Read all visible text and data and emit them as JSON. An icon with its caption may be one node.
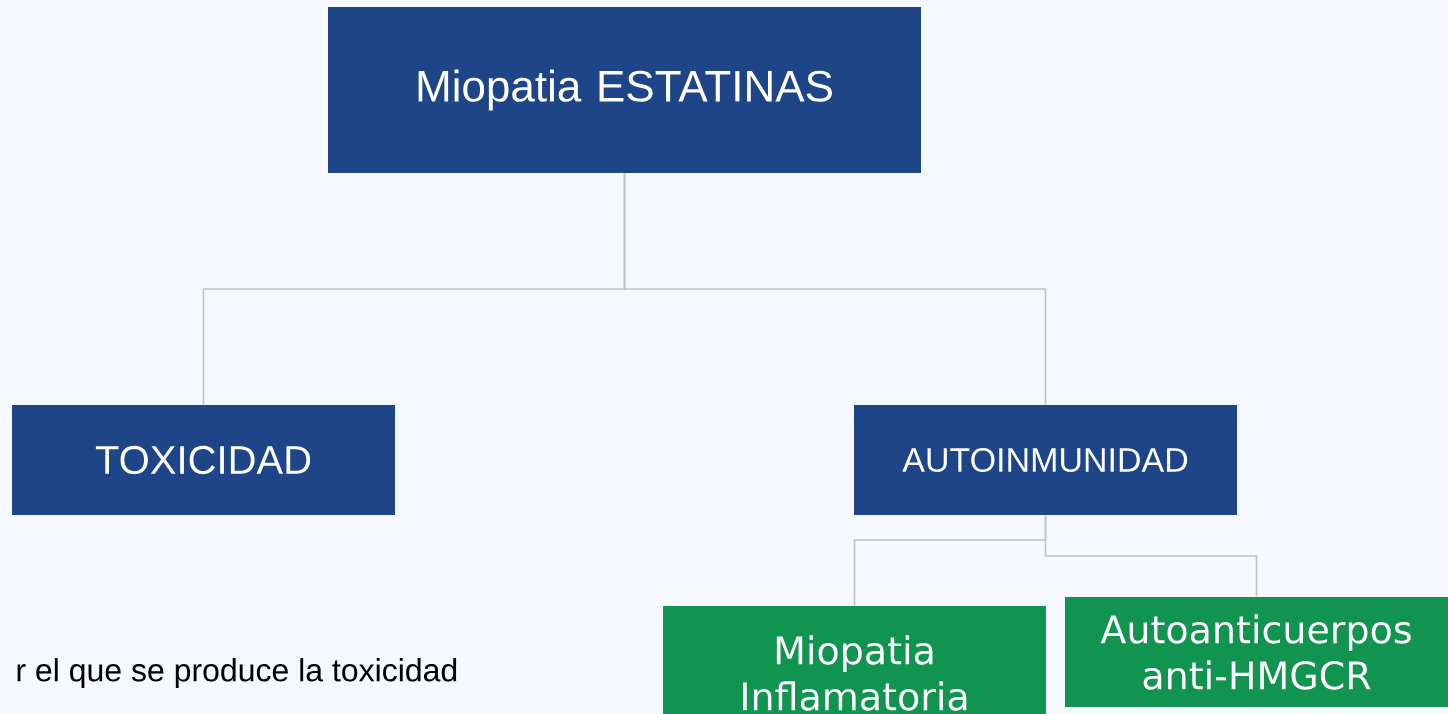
{
  "diagram": {
    "nodes": [
      {
        "text": [
          "Miopatia ESTATINAS"
        ]
      },
      {
        "text": [
          "TOXICIDAD"
        ]
      },
      {
        "text": [
          "AUTOINMUNIDAD"
        ]
      },
      {
        "text": [
          "Miopatia Inflamatoria"
        ]
      },
      {
        "text": [
          "Autoanticuerpos anti-HMGCR"
        ]
      }
    ],
    "edges": [
      {
        "from": 0,
        "to": 1,
        "arrow": "none"
      },
      {
        "from": 0,
        "to": 2,
        "arrow": "none"
      },
      {
        "from": 2,
        "to": 3,
        "arrow": "none"
      },
      {
        "from": 2,
        "to": 4,
        "arrow": "none"
      }
    ],
    "labels": [
      "r el que se produce la toxicidad"
    ]
  }
}
